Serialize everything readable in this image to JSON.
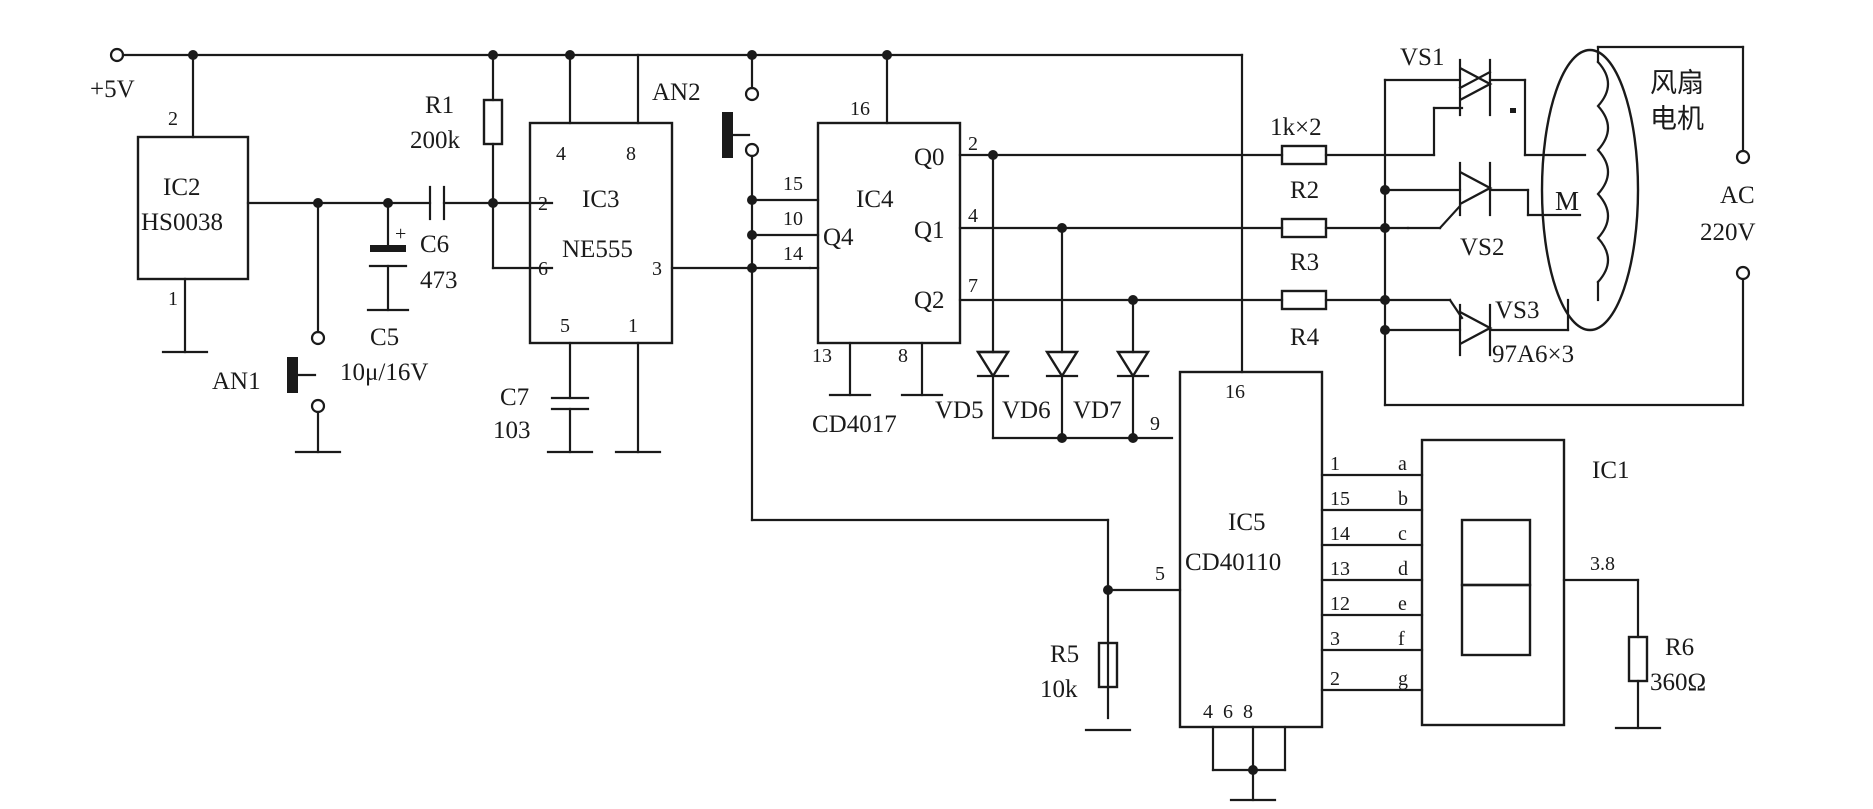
{
  "supply": {
    "label": "+5V"
  },
  "ic2": {
    "ref": "IC2",
    "part": "HS0038",
    "pin_top": "2",
    "pin_bottom": "1"
  },
  "ic3": {
    "ref": "IC3",
    "part": "NE555",
    "pins": {
      "p4": "4",
      "p8": "8",
      "p2": "2",
      "p6": "6",
      "p3": "3",
      "p5": "5",
      "p1": "1"
    }
  },
  "ic4": {
    "ref": "IC4",
    "part": "CD4017",
    "pins": {
      "p16": "16",
      "p15": "15",
      "p10": "10",
      "p14": "14",
      "p13": "13",
      "p8": "8",
      "p2": "2",
      "p4": "4",
      "p7": "7"
    },
    "outputs": {
      "q0": "Q0",
      "q1": "Q1",
      "q2": "Q2",
      "q4": "Q4"
    }
  },
  "ic5": {
    "ref": "IC5",
    "part": "CD40110",
    "pins": {
      "p16": "16",
      "p9": "9",
      "p5": "5",
      "bottom": "4  6  8"
    }
  },
  "ic1": {
    "ref": "IC1",
    "pin": "3.8",
    "segments": [
      {
        "num": "1",
        "seg": "a"
      },
      {
        "num": "15",
        "seg": "b"
      },
      {
        "num": "14",
        "seg": "c"
      },
      {
        "num": "13",
        "seg": "d"
      },
      {
        "num": "12",
        "seg": "e"
      },
      {
        "num": "3",
        "seg": "f"
      },
      {
        "num": "2",
        "seg": "g"
      }
    ]
  },
  "components": {
    "r1": {
      "ref": "R1",
      "value": "200k"
    },
    "r2": {
      "ref": "R2",
      "value": "1k×2"
    },
    "r3": {
      "ref": "R3"
    },
    "r4": {
      "ref": "R4"
    },
    "r5": {
      "ref": "R5",
      "value": "10k"
    },
    "r6": {
      "ref": "R6",
      "value": "360Ω"
    },
    "c5": {
      "ref": "C5",
      "value": "10μ/16V"
    },
    "c6": {
      "ref": "C6",
      "value": "473"
    },
    "c7": {
      "ref": "C7",
      "value": "103"
    },
    "an1": {
      "ref": "AN1"
    },
    "an2": {
      "ref": "AN2"
    },
    "vd5": {
      "ref": "VD5"
    },
    "vd6": {
      "ref": "VD6"
    },
    "vd7": {
      "ref": "VD7"
    },
    "vs1": {
      "ref": "VS1"
    },
    "vs2": {
      "ref": "VS2"
    },
    "vs3": {
      "ref": "VS3",
      "value": "97A6×3"
    }
  },
  "motor": {
    "symbol": "M",
    "label_line1": "风扇",
    "label_line2": "电机"
  },
  "ac": {
    "line1": "AC",
    "line2": "220V"
  }
}
